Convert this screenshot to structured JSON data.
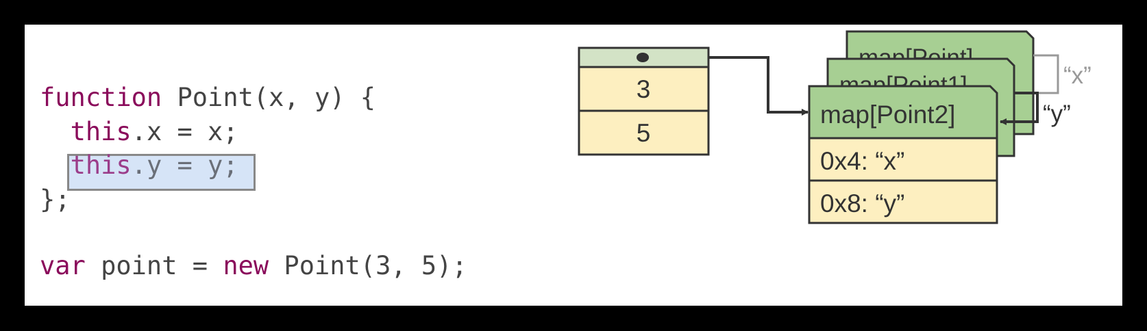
{
  "code": {
    "line1": {
      "kw": "function",
      "rest": " Point(x, y) {"
    },
    "line2": {
      "indent": "  ",
      "kw": "this",
      "rest": ".x = x;"
    },
    "line3": {
      "indent": "  ",
      "kw": "this",
      "rest": ".y = y;"
    },
    "line4": {
      "text": "};"
    },
    "line6": {
      "kw1": "var",
      "mid": " point = ",
      "kw2": "new",
      "rest": " Point(3, 5);"
    }
  },
  "object": {
    "values": [
      "3",
      "5"
    ]
  },
  "maps": {
    "back": {
      "title": "map[Point]"
    },
    "middle": {
      "title": "map[Point1]"
    },
    "front": {
      "title": "map[Point2]",
      "entries": [
        "0x4: “x”",
        "0x8: “y”"
      ]
    }
  },
  "transitions": {
    "x": "“x”",
    "y": "“y”"
  },
  "colors": {
    "keyword": "#8a0b5b",
    "code_text": "#444444",
    "highlight": "#d6e4f7",
    "header_light_green": "#d3e3c6",
    "map_green": "#a7cf93",
    "cell_yellow": "#fdefc0",
    "stroke": "#333333",
    "muted_stroke": "#999999"
  }
}
